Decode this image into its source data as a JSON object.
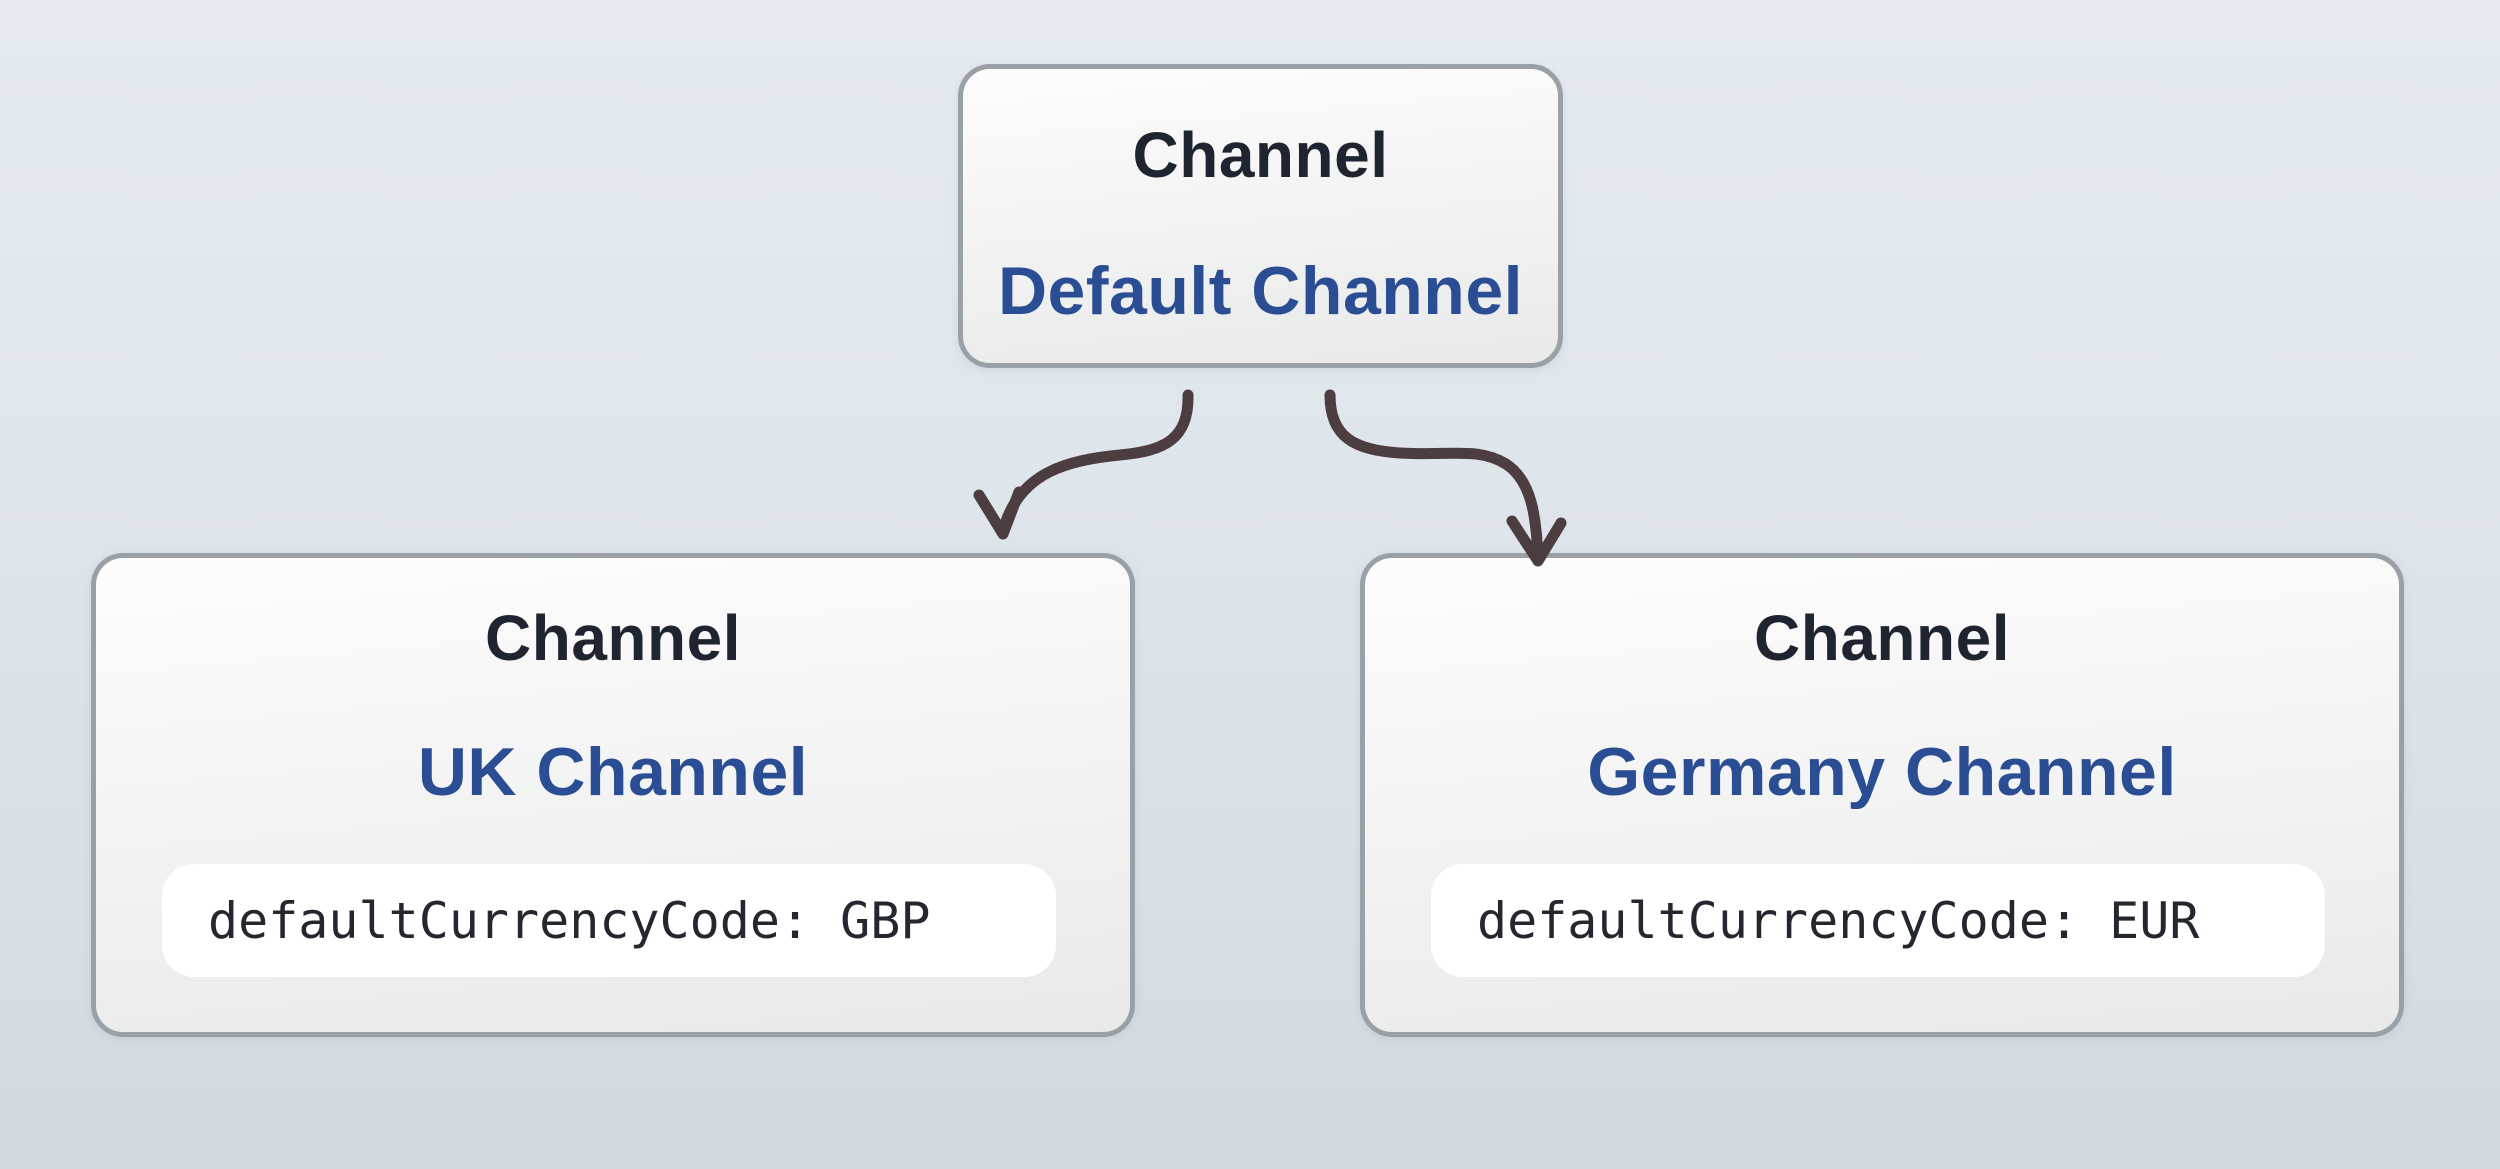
{
  "diagram": {
    "root": {
      "type_label": "Channel",
      "name": "Default Channel"
    },
    "children": [
      {
        "type_label": "Channel",
        "name": "UK Channel",
        "property": "defaultCurrencyCode: GBP"
      },
      {
        "type_label": "Channel",
        "name": "Germany Channel",
        "property": "defaultCurrencyCode: EUR"
      }
    ],
    "colors": {
      "background_top": "#e4eaf0",
      "background_bottom": "#cfd9df",
      "node_border": "#99a1a6",
      "node_fill_top": "#fcfdfc",
      "node_fill_bottom": "#e8eae9",
      "type_label_text": "#1e2430",
      "name_text": "#2b4d93",
      "property_pill_background": "#ffffff",
      "property_text": "#24272f",
      "arrow": "#4b3d40"
    }
  }
}
